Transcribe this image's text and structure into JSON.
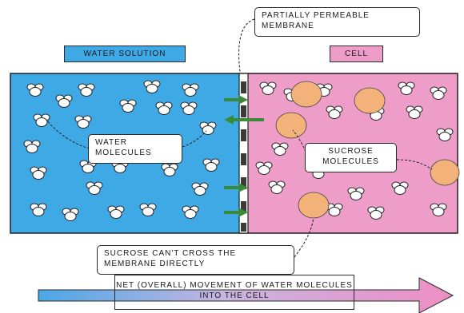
{
  "labels": {
    "water_solution": "WATER SOLUTION",
    "cell": "CELL",
    "membrane": "PARTIALLY  PERMEABLE MEMBRANE",
    "water_molecules": "WATER MOLECULES",
    "sucrose_molecules": "SUCROSE MOLECULES",
    "sucrose_note": "SUCROSE CAN'T CROSS THE MEMBRANE DIRECTLY",
    "net_movement": "NET (OVERALL) MOVEMENT OF WATER MOLECULES INTO THE CELL"
  },
  "colors": {
    "water_region": "#3fa9e6",
    "cell_region": "#ee9dc8",
    "sucrose": "#f2b27a",
    "arrow_green": "#3a8a3a",
    "net_arrow_start": "#4aa7e6",
    "net_arrow_end": "#ee8ec4"
  },
  "icons": {
    "water_molecule": "water-molecule-icon",
    "sucrose_molecule": "sucrose-molecule-icon",
    "membrane_pore": "membrane-pore-icon"
  }
}
